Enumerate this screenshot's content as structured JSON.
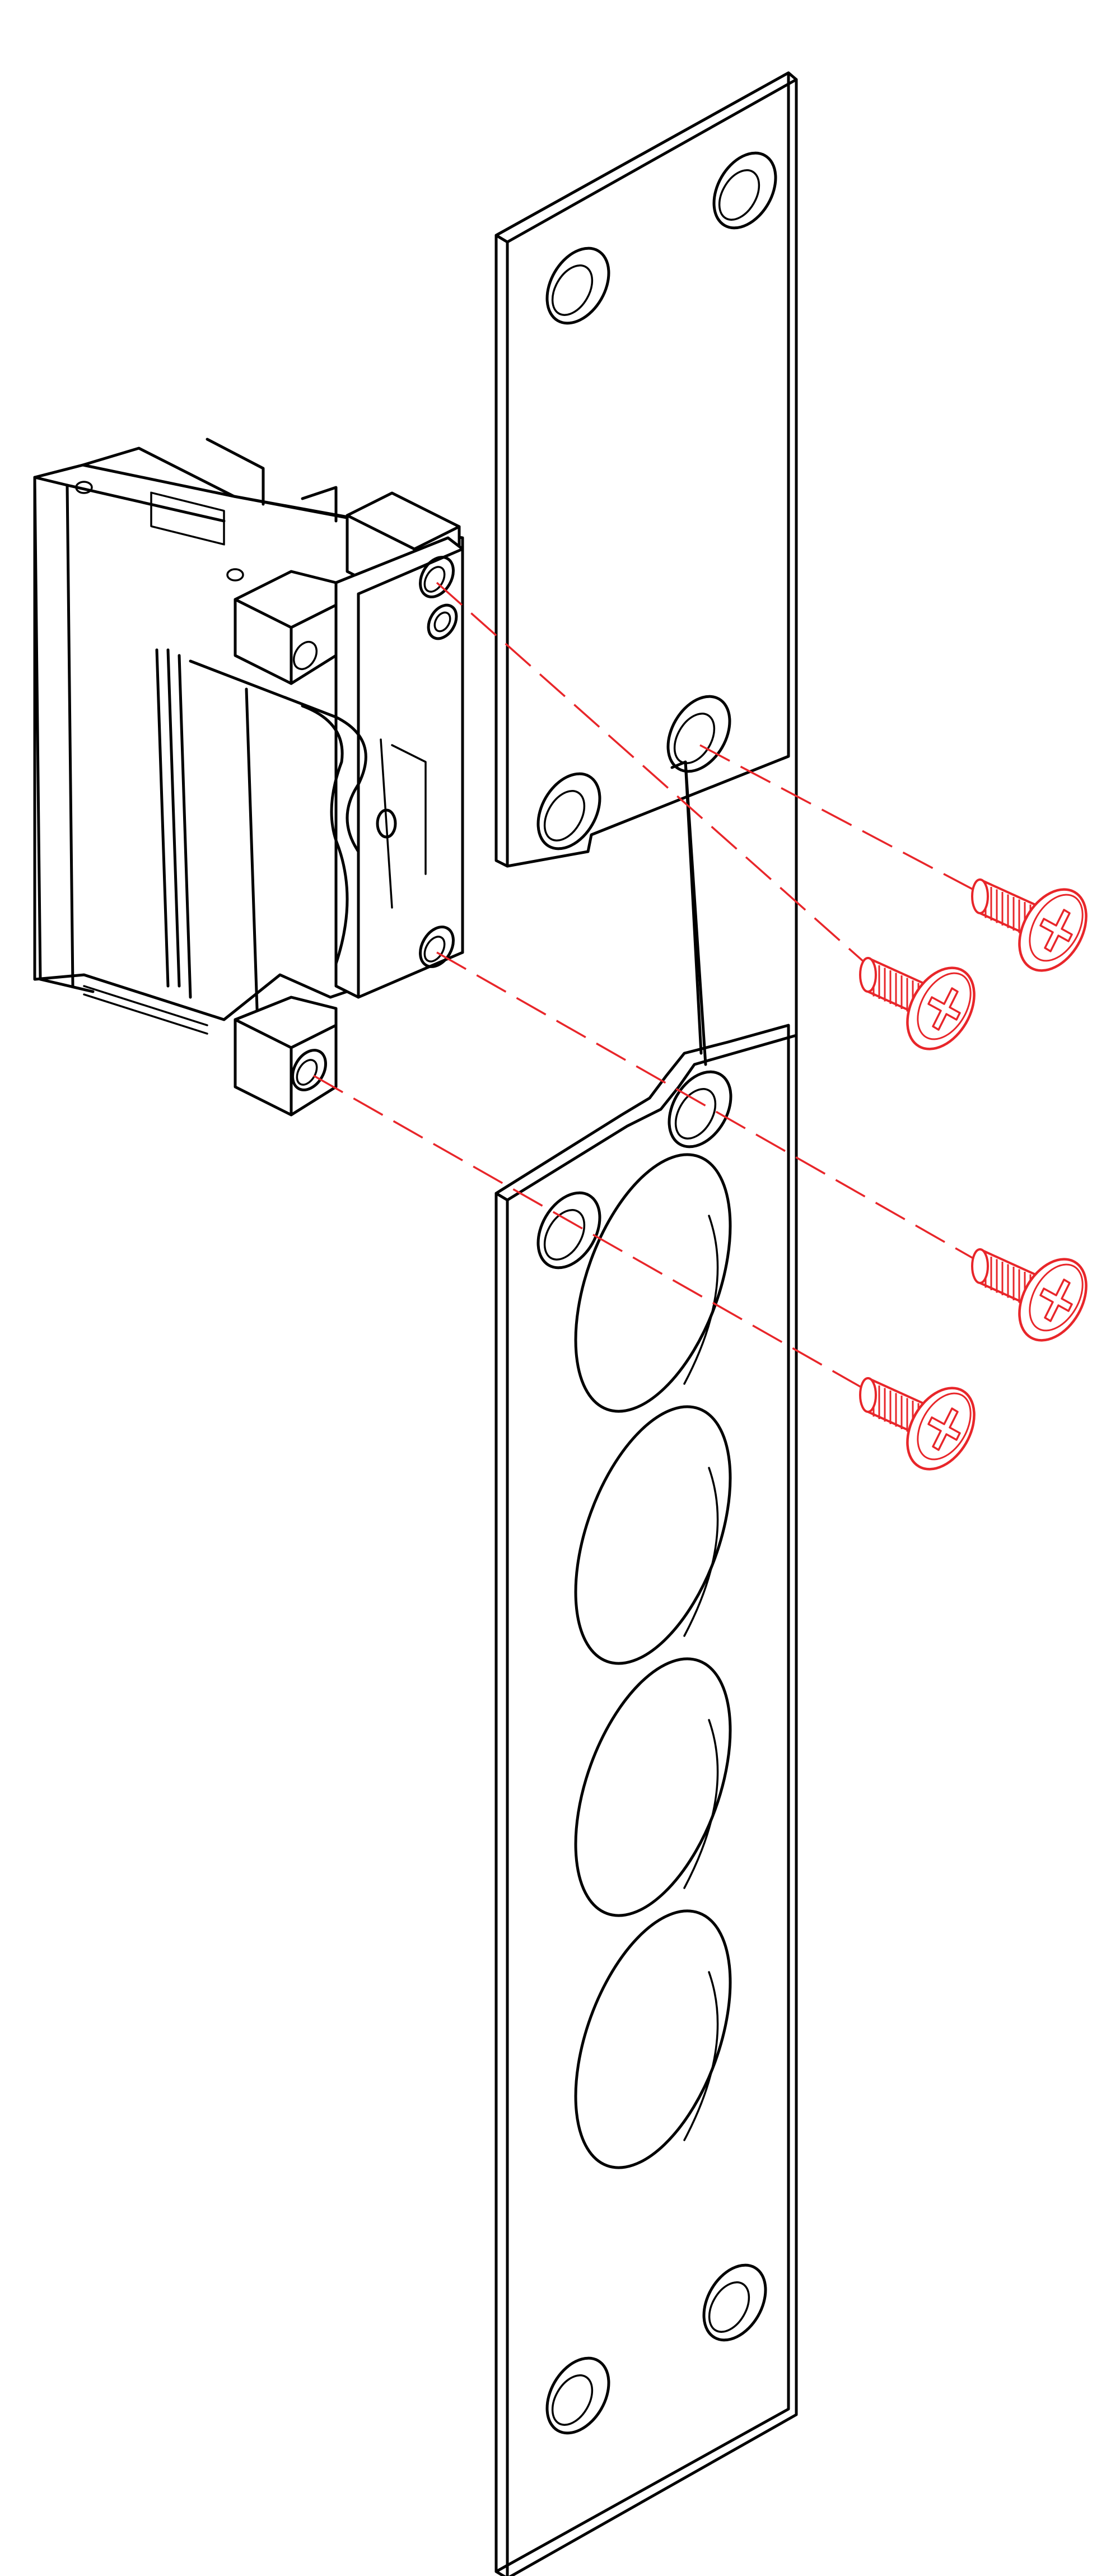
{
  "diagram": {
    "kind": "exploded-assembly-line-drawing",
    "parts": [
      "electric-strike-body",
      "strike-faceplate",
      "countersunk-screw"
    ],
    "screw_count": 4,
    "colors": {
      "line": "#000000",
      "screws": "#e8262a",
      "paper": "#ffffff"
    }
  }
}
